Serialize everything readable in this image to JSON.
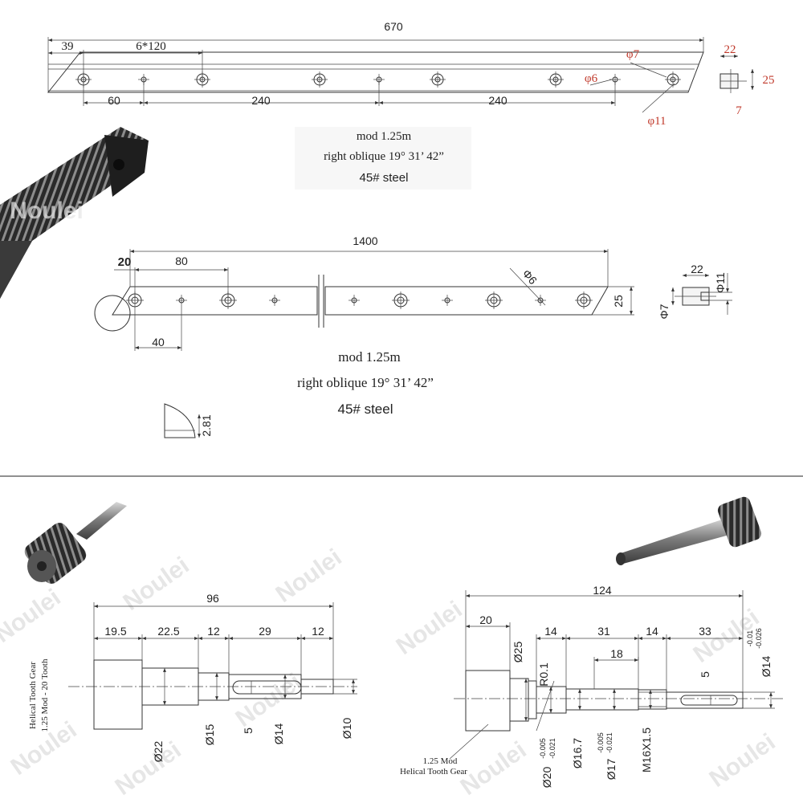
{
  "rack1": {
    "overall": "670",
    "edge_offset": "39",
    "pitch_spec": "6*120",
    "first_hole": "60",
    "span_a": "240",
    "span_b": "240",
    "hole_phi7": "φ7",
    "hole_phi6": "φ6",
    "hole_phi11": "φ11",
    "sec_width": "22",
    "sec_height": "25",
    "sec_depth": "7",
    "notes": [
      "mod 1.25m",
      "right oblique 19° 31’ 42”",
      "45# steel"
    ]
  },
  "rack2": {
    "overall": "1400",
    "edge": "20",
    "pitch": "80",
    "first_hole": "40",
    "hole": "Φ6",
    "height": "25",
    "sec_width": "22",
    "sec_d11": "Φ11",
    "sec_d7": "Φ7",
    "notes": [
      "mod 1.25m",
      "right oblique 19° 31’ 42”",
      "45# steel"
    ],
    "profile_dim": "2.81"
  },
  "shaft1": {
    "overall": "96",
    "segments": [
      "19.5",
      "22.5",
      "12",
      "29",
      "12"
    ],
    "dia_gear": "Ø22",
    "dia_15": "Ø15",
    "key": "5",
    "dia_14": "Ø14",
    "dia_10": "Ø10",
    "gear_label": [
      "Helical Tooth Gear",
      "1.25 Mod - 20 Tooth"
    ]
  },
  "shaft2": {
    "overall": "124",
    "gear_len": "20",
    "seg_14a": "14",
    "seg_31": "31",
    "seg_14b": "14",
    "seg_33": "33",
    "key_len": "18",
    "key": "5",
    "dia_25": "Ø25",
    "radius": "R0.1",
    "dia_20": "Ø20",
    "tol_20": [
      "-0.005",
      "-0.021"
    ],
    "dia_167": "Ø16.7",
    "dia_17": "Ø17",
    "tol_17": [
      "-0.005",
      "-0.021"
    ],
    "thread": "M16X1.5",
    "dia_14": "Ø14",
    "tol_14": [
      "-0.01",
      "-0.026"
    ],
    "gear_label": [
      "1.25 Mod",
      "Helical Tooth Gear"
    ]
  },
  "watermark": "Noulei"
}
